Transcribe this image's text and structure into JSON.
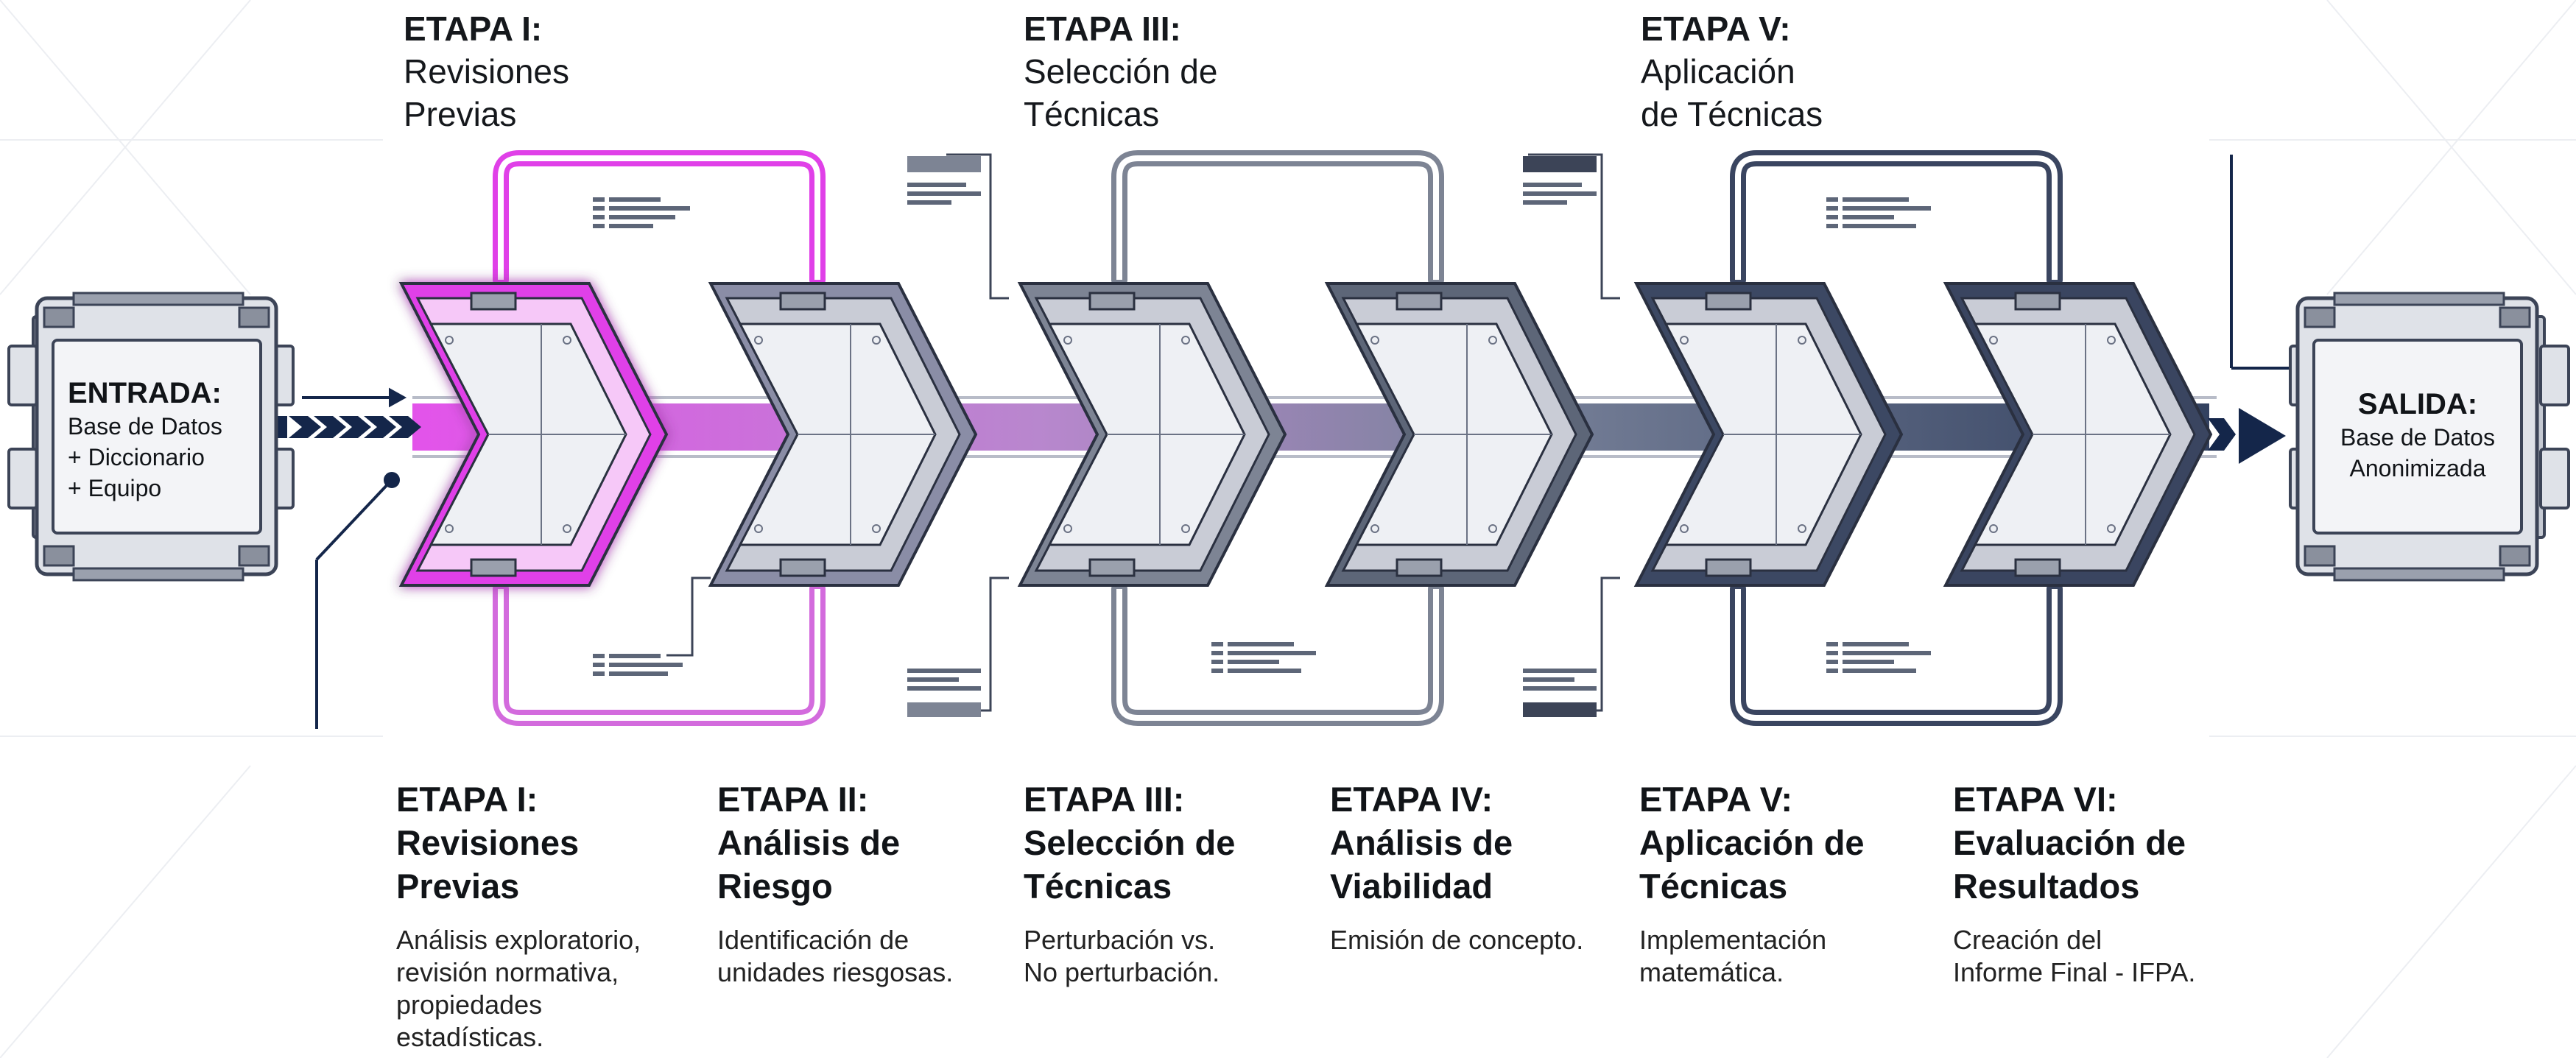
{
  "top_titles": [
    {
      "line1": "ETAPA I:",
      "line2": "Revisiones",
      "line3": "Previas"
    },
    {
      "line1": "ETAPA III:",
      "line2": "Selección de",
      "line3": "Técnicas"
    },
    {
      "line1": "ETAPA V:",
      "line2": "Aplicación",
      "line3": "de Técnicas"
    }
  ],
  "input_box": {
    "title": "ENTRADA:",
    "body": "Base de Datos\n+ Diccionario\n+ Equipo"
  },
  "output_box": {
    "title": "SALIDA:",
    "body": "Base de Datos\nAnonimizada"
  },
  "stages": [
    {
      "title1": "ETAPA I:",
      "title2": "Revisiones",
      "title3": "Previas",
      "description": "Análisis exploratorio,\nrevisión normativa,\npropiedades\nestadísticas.",
      "color": "#e040e8"
    },
    {
      "title1": "ETAPA II:",
      "title2": "Análisis de",
      "title3": "Riesgo",
      "description": "Identificación de\nunidades riesgosas.",
      "color": "#8a8da6"
    },
    {
      "title1": "ETAPA III:",
      "title2": "Selección de",
      "title3": "Técnicas",
      "description": "Perturbación vs.\nNo perturbación.",
      "color": "#7d8494"
    },
    {
      "title1": "ETAPA IV:",
      "title2": "Análisis de",
      "title3": "Viabilidad",
      "description": "Emisión de concepto.",
      "color": "#5d6678"
    },
    {
      "title1": "ETAPA V:",
      "title2": "Aplicación de",
      "title3": "Técnicas",
      "description": "Implementación\nmatemática.",
      "color": "#3c4863"
    },
    {
      "title1": "ETAPA VI:",
      "title2": "Evaluación de",
      "title3": "Resultados",
      "description": "Creación del\nInforme Final - IFPA.",
      "color": "#3a4560"
    }
  ],
  "colors": {
    "magenta": "#e040e8",
    "navy": "#14264a",
    "frame": "#3c4457",
    "panel": "#eef0f4"
  }
}
